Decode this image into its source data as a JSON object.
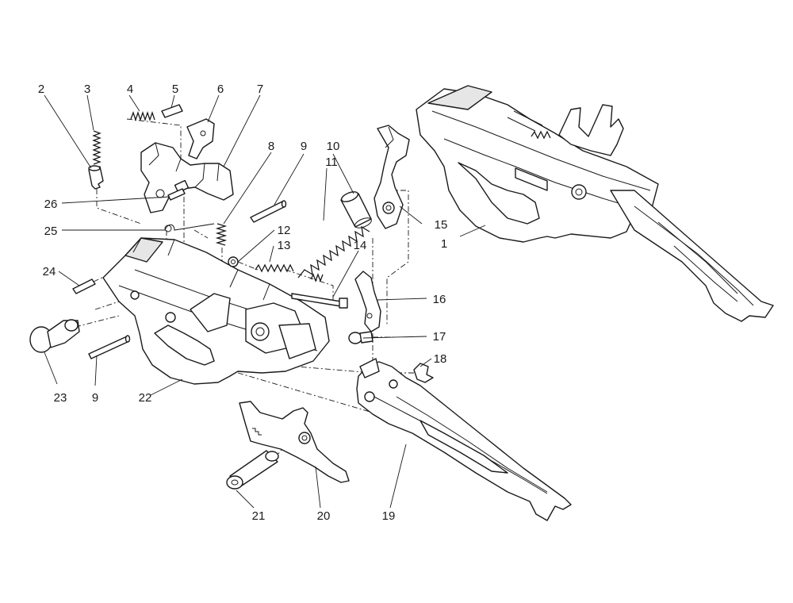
{
  "diagram": {
    "colors": {
      "line": "#1a1a1a",
      "fill": "#ffffff",
      "shade": "#e6e6e6"
    },
    "callouts": [
      {
        "id": "c2",
        "label": "2"
      },
      {
        "id": "c3",
        "label": "3"
      },
      {
        "id": "c4",
        "label": "4"
      },
      {
        "id": "c5",
        "label": "5"
      },
      {
        "id": "c6",
        "label": "6"
      },
      {
        "id": "c7",
        "label": "7"
      },
      {
        "id": "c8",
        "label": "8"
      },
      {
        "id": "c9a",
        "label": "9"
      },
      {
        "id": "c10",
        "label": "10"
      },
      {
        "id": "c11",
        "label": "11"
      },
      {
        "id": "c12",
        "label": "12"
      },
      {
        "id": "c13",
        "label": "13"
      },
      {
        "id": "c14",
        "label": "14"
      },
      {
        "id": "c15",
        "label": "15"
      },
      {
        "id": "c1",
        "label": "1"
      },
      {
        "id": "c26",
        "label": "26"
      },
      {
        "id": "c25",
        "label": "25"
      },
      {
        "id": "c24",
        "label": "24"
      },
      {
        "id": "c16",
        "label": "16"
      },
      {
        "id": "c17",
        "label": "17"
      },
      {
        "id": "c18",
        "label": "18"
      },
      {
        "id": "c23",
        "label": "23"
      },
      {
        "id": "c9b",
        "label": "9"
      },
      {
        "id": "c22",
        "label": "22"
      },
      {
        "id": "c21",
        "label": "21"
      },
      {
        "id": "c20",
        "label": "20"
      },
      {
        "id": "c19",
        "label": "19"
      }
    ]
  }
}
